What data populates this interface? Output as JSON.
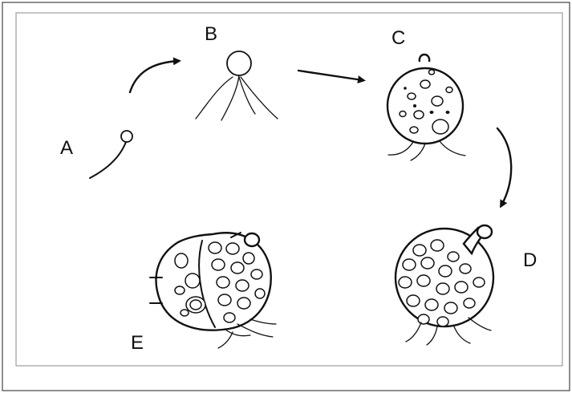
{
  "stages": [
    {
      "key": "A",
      "label": "A"
    },
    {
      "key": "B",
      "label": "B"
    },
    {
      "key": "C",
      "label": "C"
    },
    {
      "key": "D",
      "label": "D"
    },
    {
      "key": "E",
      "label": "E"
    }
  ],
  "colors": {
    "ink": "#111111",
    "background": "#ffffff",
    "frame": "#444444"
  }
}
